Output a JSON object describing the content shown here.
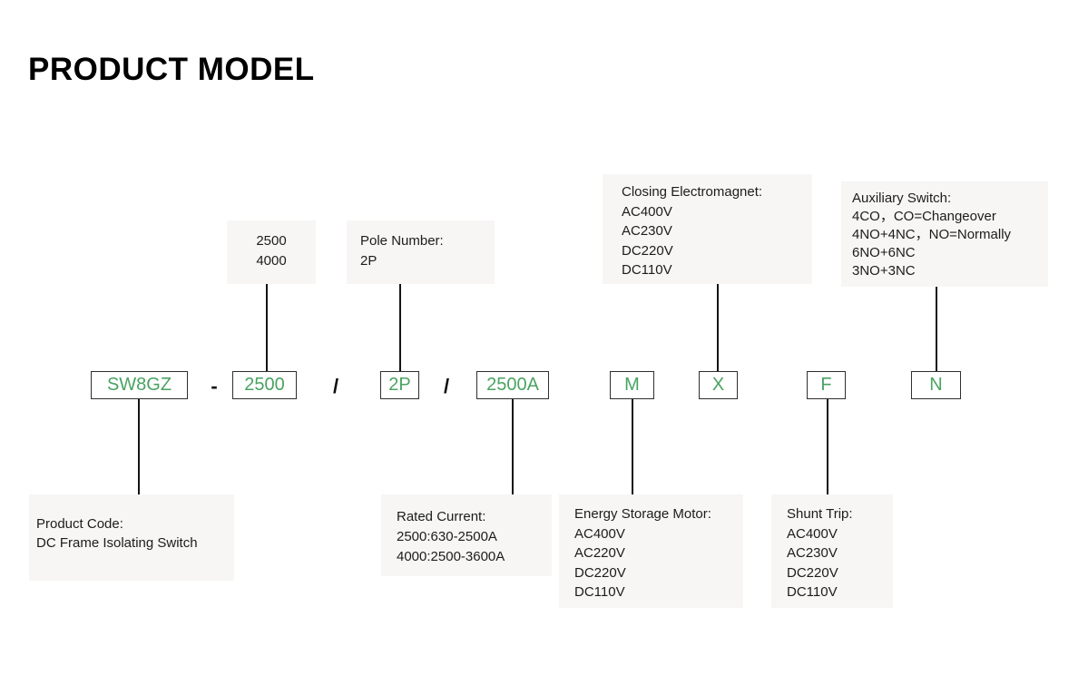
{
  "title": "PRODUCT MODEL",
  "colors": {
    "accent_green": "#4aa362",
    "callout_bg": "#f7f6f5",
    "line_color": "#141414"
  },
  "model_code": {
    "segments": [
      {
        "id": "series",
        "label": "SW8GZ"
      },
      {
        "id": "frame-size",
        "label": "2500"
      },
      {
        "id": "pole-number",
        "label": "2P"
      },
      {
        "id": "rated-current",
        "label": "2500A"
      },
      {
        "id": "energy-storage-motor",
        "label": "M"
      },
      {
        "id": "closing-electromagnet",
        "label": "X"
      },
      {
        "id": "shunt-trip",
        "label": "F"
      },
      {
        "id": "auxiliary-switch",
        "label": "N"
      }
    ],
    "separators": {
      "dash": "-",
      "slash": "/"
    }
  },
  "callouts": {
    "top": [
      {
        "id": "frame-sizes",
        "lines": [
          "2500",
          "4000"
        ]
      },
      {
        "id": "pole-number",
        "lines": [
          "Pole Number:",
          "2P"
        ]
      },
      {
        "id": "closing-electromagnet",
        "lines": [
          "Closing Electromagnet:",
          "AC400V",
          "AC230V",
          "DC220V",
          "DC110V"
        ]
      },
      {
        "id": "auxiliary-switch",
        "lines": [
          "Auxiliary Switch:",
          "4CO，CO=Changeover",
          "4NO+4NC，NO=Normally",
          "6NO+6NC",
          "3NO+3NC"
        ]
      }
    ],
    "bottom": [
      {
        "id": "product-code",
        "lines": [
          "Product Code:",
          "DC Frame Isolating Switch"
        ]
      },
      {
        "id": "rated-current",
        "lines": [
          "Rated Current:",
          "2500:630-2500A",
          "4000:2500-3600A"
        ]
      },
      {
        "id": "energy-storage-motor",
        "lines": [
          "Energy Storage Motor:",
          "AC400V",
          "AC220V",
          "DC220V",
          "DC110V"
        ]
      },
      {
        "id": "shunt-trip",
        "lines": [
          "Shunt Trip:",
          "AC400V",
          "AC230V",
          "DC220V",
          "DC110V"
        ]
      }
    ]
  }
}
